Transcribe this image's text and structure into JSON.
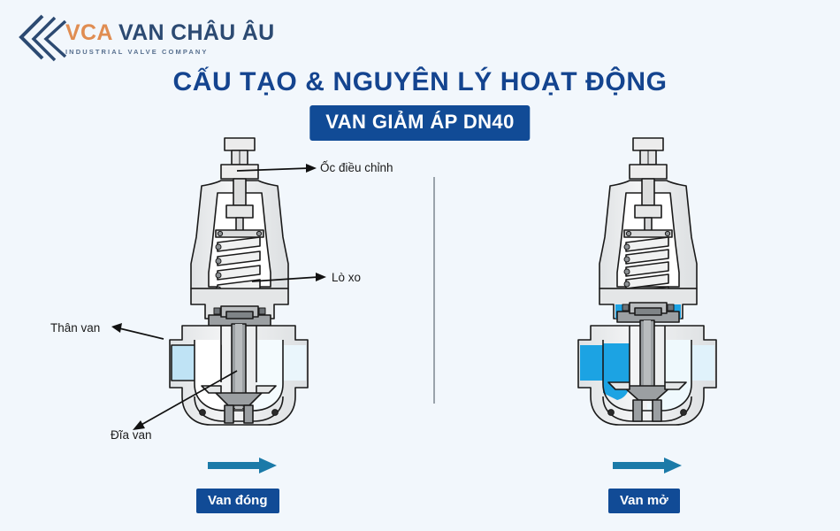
{
  "brand": {
    "logo_icon": "diamond-chevron-logo-icon",
    "abbr": "VCA",
    "name_rest": " VAN CHÂU ÂU",
    "full_name": "VCA VAN CHÂU ÂU",
    "tagline": "INDUSTRIAL VALVE COMPANY",
    "accent_color": "#e08d52",
    "name_color": "#2c4a72"
  },
  "header": {
    "title": "CẤU TẠO & NGUYÊN LÝ HOẠT ĐỘNG",
    "title_color": "#14448f",
    "badge": "VAN GIẢM ÁP DN40",
    "badge_bg": "#114b96",
    "badge_color": "#ffffff"
  },
  "page": {
    "background_color": "#f2f7fc",
    "divider_color": "#9aa3ab"
  },
  "callouts": [
    {
      "id": "adjusting-screw",
      "label": "Ốc điều chỉnh"
    },
    {
      "id": "spring",
      "label": "Lò xo"
    },
    {
      "id": "valve-body",
      "label": "Thân van"
    },
    {
      "id": "valve-disc",
      "label": "Đĩa van"
    }
  ],
  "diagrams": [
    {
      "id": "valve-closed",
      "state_label": "Van đóng",
      "flow_arrow_color": "#1b7aa8",
      "fluid_inlet_color": "#bfe3f5",
      "fluid_outlet_color": "#e8f5fc",
      "metal_color": "#e9ebec",
      "stem_color": "#8e9396"
    },
    {
      "id": "valve-open",
      "state_label": "Van mở",
      "flow_arrow_color": "#1b7aa8",
      "fluid_inlet_color": "#1ca3e3",
      "fluid_outlet_color": "#e0f2fb",
      "metal_color": "#e9ebec",
      "stem_color": "#8e9396"
    }
  ]
}
